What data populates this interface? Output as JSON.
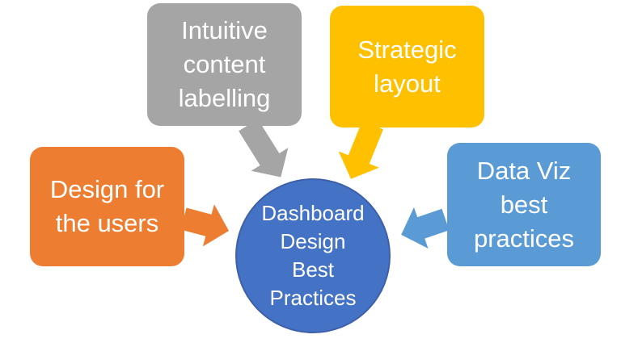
{
  "diagram": {
    "title": "Dashboard Design Best Practices",
    "center": {
      "name": "dashboard-design-best-practices",
      "lines": [
        "Dashboard",
        "Design",
        "Best",
        "Practices"
      ],
      "fill": "#4472C4",
      "border": "#3E5FA9",
      "text_color": "#FFFFFF"
    },
    "boxes": [
      {
        "name": "design-for-the-users",
        "lines": [
          "Design for",
          "the users"
        ],
        "fill": "#ED7D31"
      },
      {
        "name": "intuitive-content-labelling",
        "lines": [
          "Intuitive",
          "content",
          "labelling"
        ],
        "fill": "#A5A5A5"
      },
      {
        "name": "strategic-layout",
        "lines": [
          "Strategic",
          "layout"
        ],
        "fill": "#FFC000"
      },
      {
        "name": "data-viz-best-practices",
        "lines": [
          "Data Viz",
          "best",
          "practices"
        ],
        "fill": "#5B9BD5"
      }
    ],
    "arrows": [
      {
        "name": "arrow-design-for-the-users",
        "fill": "#ED7D31"
      },
      {
        "name": "arrow-intuitive-content-labelling",
        "fill": "#A5A5A5"
      },
      {
        "name": "arrow-strategic-layout",
        "fill": "#FFC000"
      },
      {
        "name": "arrow-data-viz-best-practices",
        "fill": "#5B9BD5"
      }
    ]
  }
}
